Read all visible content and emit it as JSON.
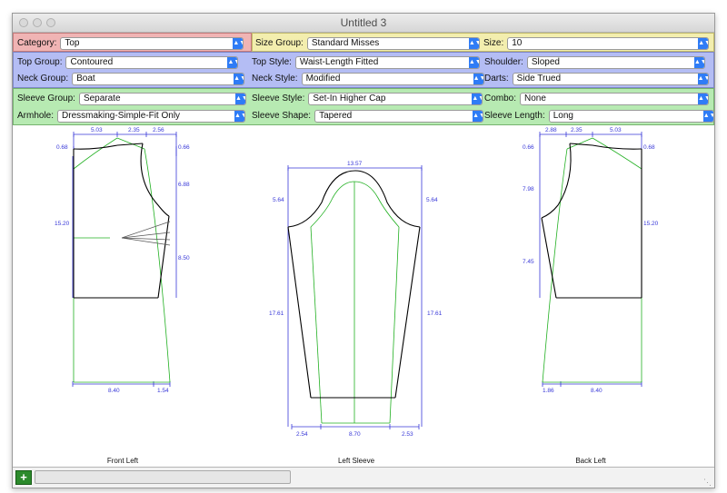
{
  "window": {
    "title": "Untitled 3"
  },
  "row1": {
    "category": {
      "label": "Category:",
      "value": "Top"
    },
    "size_group": {
      "label": "Size Group:",
      "value": "Standard Misses"
    },
    "size": {
      "label": "Size:",
      "value": "10"
    }
  },
  "row2": {
    "top_group": {
      "label": "Top Group:",
      "value": "Contoured"
    },
    "top_style": {
      "label": "Top Style:",
      "value": "Waist-Length Fitted"
    },
    "shoulder": {
      "label": "Shoulder:",
      "value": "Sloped"
    },
    "neck_group": {
      "label": "Neck Group:",
      "value": "Boat"
    },
    "neck_style": {
      "label": "Neck Style:",
      "value": "Modified"
    },
    "darts": {
      "label": "Darts:",
      "value": "Side Trued"
    }
  },
  "row3": {
    "sleeve_group": {
      "label": "Sleeve Group:",
      "value": "Separate"
    },
    "sleeve_style": {
      "label": "Sleeve Style:",
      "value": "Set-In Higher Cap"
    },
    "combo": {
      "label": "Combo:",
      "value": "None"
    },
    "armhole": {
      "label": "Armhole:",
      "value": "Dressmaking-Simple-Fit Only"
    },
    "sleeve_shape": {
      "label": "Sleeve Shape:",
      "value": "Tapered"
    },
    "sleeve_length": {
      "label": "Sleeve Length:",
      "value": "Long"
    }
  },
  "pieces": {
    "front_left": {
      "name": "Front Left",
      "dims": {
        "top_a": "5.03",
        "top_b": "2.35",
        "top_c": "2.56",
        "left_top": "0.68",
        "right_top": "0.66",
        "right_mid": "6.88",
        "left_full": "15.20",
        "right_low": "8.50",
        "bottom_a": "8.40",
        "bottom_b": "1.54"
      }
    },
    "left_sleeve": {
      "name": "Left Sleeve",
      "dims": {
        "width": "13.57",
        "cap_left": "5.64",
        "cap_right": "5.64",
        "length_left": "17.61",
        "length_right": "17.61",
        "bottom_a": "2.54",
        "bottom_b": "8.70",
        "bottom_c": "2.53"
      }
    },
    "back_left": {
      "name": "Back Left",
      "dims": {
        "top_a": "2.88",
        "top_b": "2.35",
        "top_c": "5.03",
        "left_top": "0.66",
        "right_top": "0.68",
        "left_mid": "7.98",
        "right_full": "15.20",
        "left_low": "7.45",
        "bottom_a": "1.86",
        "bottom_b": "8.40"
      }
    }
  },
  "colors": {
    "dimension": "#3838d8",
    "outline": "#000000",
    "guide": "#22b022"
  },
  "icons": {
    "add": "plus-icon",
    "dropdown": "chevron-updown-icon",
    "resize": "resize-grip-icon"
  },
  "status": {
    "add_symbol": "+"
  }
}
